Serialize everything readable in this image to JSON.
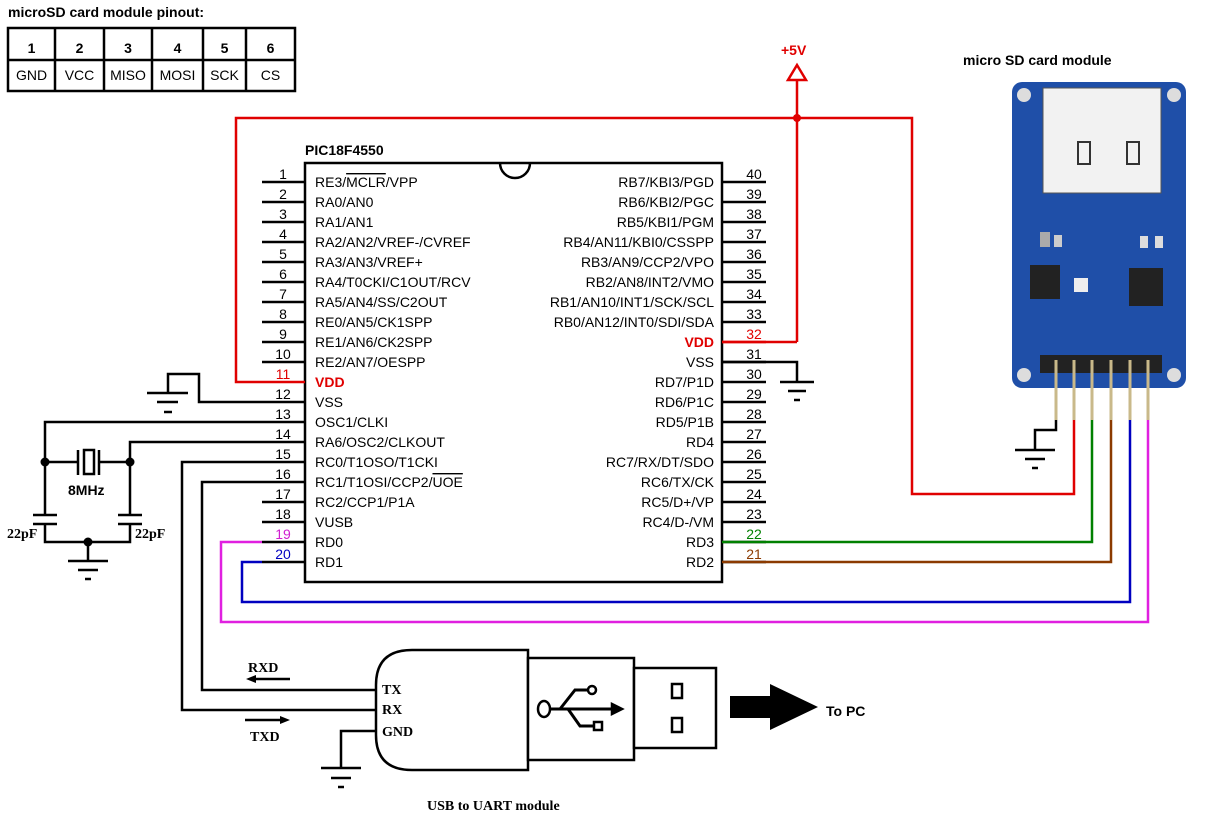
{
  "pinout_table": {
    "title": "microSD card module pinout:",
    "numbers": [
      "1",
      "2",
      "3",
      "4",
      "5",
      "6"
    ],
    "names": [
      "GND",
      "VCC",
      "MISO",
      "MOSI",
      "SCK",
      "CS"
    ]
  },
  "mcu": {
    "name": "PIC18F4550",
    "left_pins": [
      {
        "num": "1",
        "label": "RE3/MCLR/VPP",
        "overline": "MCLR"
      },
      {
        "num": "2",
        "label": "RA0/AN0"
      },
      {
        "num": "3",
        "label": "RA1/AN1"
      },
      {
        "num": "4",
        "label": "RA2/AN2/VREF-/CVREF"
      },
      {
        "num": "5",
        "label": "RA3/AN3/VREF+"
      },
      {
        "num": "6",
        "label": "RA4/T0CKI/C1OUT/RCV"
      },
      {
        "num": "7",
        "label": "RA5/AN4/SS/C2OUT"
      },
      {
        "num": "8",
        "label": "RE0/AN5/CK1SPP"
      },
      {
        "num": "9",
        "label": "RE1/AN6/CK2SPP"
      },
      {
        "num": "10",
        "label": "RE2/AN7/OESPP"
      },
      {
        "num": "11",
        "label": "VDD",
        "color": "#e00000"
      },
      {
        "num": "12",
        "label": "VSS"
      },
      {
        "num": "13",
        "label": "OSC1/CLKI"
      },
      {
        "num": "14",
        "label": "RA6/OSC2/CLKOUT"
      },
      {
        "num": "15",
        "label": "RC0/T1OSO/T1CKI"
      },
      {
        "num": "16",
        "label": "RC1/T1OSI/CCP2/UOE",
        "overline": "UOE"
      },
      {
        "num": "17",
        "label": "RC2/CCP1/P1A"
      },
      {
        "num": "18",
        "label": "VUSB"
      },
      {
        "num": "19",
        "label": "RD0",
        "numcolor": "#d020d0"
      },
      {
        "num": "20",
        "label": "RD1",
        "numcolor": "#0000c0"
      }
    ],
    "right_pins": [
      {
        "num": "40",
        "label": "RB7/KBI3/PGD"
      },
      {
        "num": "39",
        "label": "RB6/KBI2/PGC"
      },
      {
        "num": "38",
        "label": "RB5/KBI1/PGM"
      },
      {
        "num": "37",
        "label": "RB4/AN11/KBI0/CSSPP"
      },
      {
        "num": "36",
        "label": "RB3/AN9/CCP2/VPO"
      },
      {
        "num": "35",
        "label": "RB2/AN8/INT2/VMO"
      },
      {
        "num": "34",
        "label": "RB1/AN10/INT1/SCK/SCL"
      },
      {
        "num": "33",
        "label": "RB0/AN12/INT0/SDI/SDA"
      },
      {
        "num": "32",
        "label": "VDD",
        "color": "#e00000"
      },
      {
        "num": "31",
        "label": "VSS"
      },
      {
        "num": "30",
        "label": "RD7/P1D"
      },
      {
        "num": "29",
        "label": "RD6/P1C"
      },
      {
        "num": "28",
        "label": "RD5/P1B"
      },
      {
        "num": "27",
        "label": "RD4"
      },
      {
        "num": "26",
        "label": "RC7/RX/DT/SDO"
      },
      {
        "num": "25",
        "label": "RC6/TX/CK"
      },
      {
        "num": "24",
        "label": "RC5/D+/VP"
      },
      {
        "num": "23",
        "label": "RC4/D-/VM"
      },
      {
        "num": "22",
        "label": "RD3",
        "numcolor": "#008000"
      },
      {
        "num": "21",
        "label": "RD2",
        "numcolor": "#8b3a00"
      }
    ]
  },
  "power": {
    "supply_label": "+5V"
  },
  "oscillator": {
    "crystal": "8MHz",
    "cap_left": "22pF",
    "cap_right": "22pF"
  },
  "sd_module": {
    "title": "micro SD card module"
  },
  "uart_module": {
    "title": "USB to UART module",
    "pins": [
      "TX",
      "RX",
      "GND"
    ],
    "rxd_label": "RXD",
    "txd_label": "TXD",
    "to_pc": "To PC"
  },
  "wire_colors": {
    "vdd": "#e00000",
    "miso": "#008000",
    "mosi": "#8b3a00",
    "sck": "#0000c0",
    "cs": "#e020e0",
    "gnd": "#000000"
  }
}
